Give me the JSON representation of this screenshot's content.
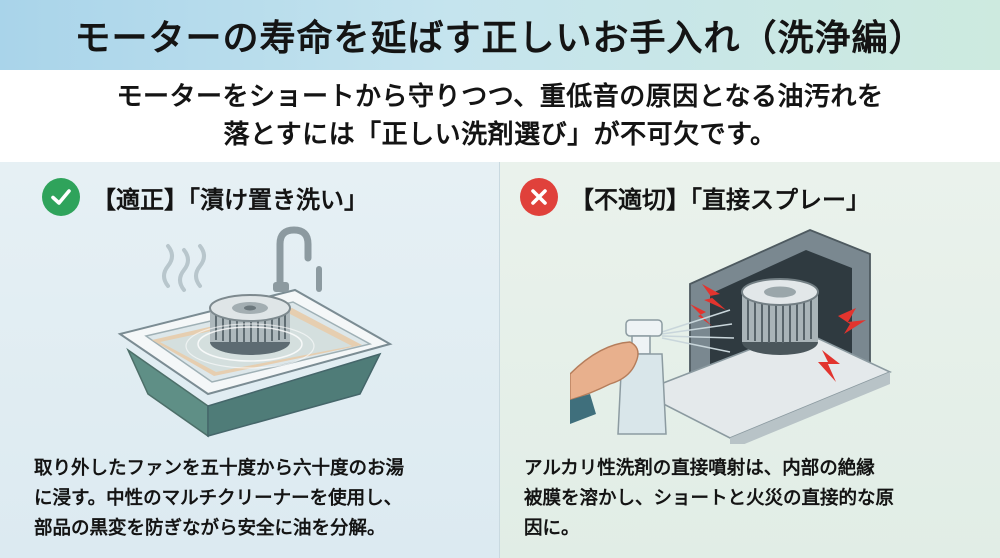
{
  "header": {
    "title": "モーターの寿命を延ばす正しいお手入れ（洗浄編）"
  },
  "intro": {
    "lines": [
      "モーターをショートから守りつつ、重低音の原因となる油汚れを",
      "落とすには「正しい洗剤選び」が不可欠です。"
    ]
  },
  "left": {
    "badge_icon": "check-icon",
    "heading": "【適正】「漬け置き洗い」",
    "illustration": "sink-soak-icon",
    "desc_lines": [
      "取り外したファンを五十度から六十度のお湯",
      "に浸す。中性のマルチクリーナーを使用し、",
      "部品の黒変を防ぎながら安全に油を分解。"
    ]
  },
  "right": {
    "badge_icon": "cross-icon",
    "heading": "【不適切】「直接スプレー」",
    "illustration": "spray-motor-icon",
    "desc_lines": [
      "アルカリ性洗剤の直接噴射は、内部の絶縁",
      "被膜を溶かし、ショートと火災の直接的な原",
      "因に。"
    ]
  },
  "colors": {
    "ok": "#2fa35b",
    "ng": "#e0413b",
    "header_from": "#a9d4ea",
    "header_to": "#cdeadf"
  }
}
